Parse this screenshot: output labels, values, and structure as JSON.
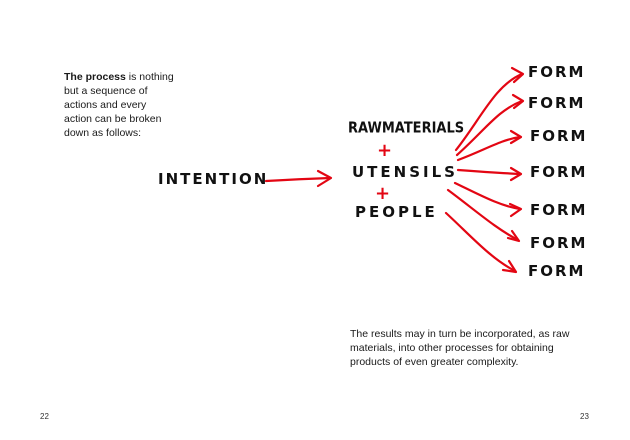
{
  "intro": {
    "bold": "The process",
    "rest": " is nothing but a sequence of actions and every action can be broken down as follows:"
  },
  "diagram": {
    "intention": "INTENTION",
    "inputs": [
      "RAWMATERIALS",
      "UTENSILS",
      "PEOPLE"
    ],
    "plus": "+",
    "outputs": [
      "FORM",
      "FORM",
      "FORM",
      "FORM",
      "FORM",
      "FORM",
      "FORM"
    ]
  },
  "outro": "The results may in turn be incorporated, as raw materials, into other processes for obtaining products of even greater complexity.",
  "page_numbers": {
    "left": "22",
    "right": "23"
  },
  "colors": {
    "accent": "#e30613",
    "text": "#1a1a1a"
  }
}
